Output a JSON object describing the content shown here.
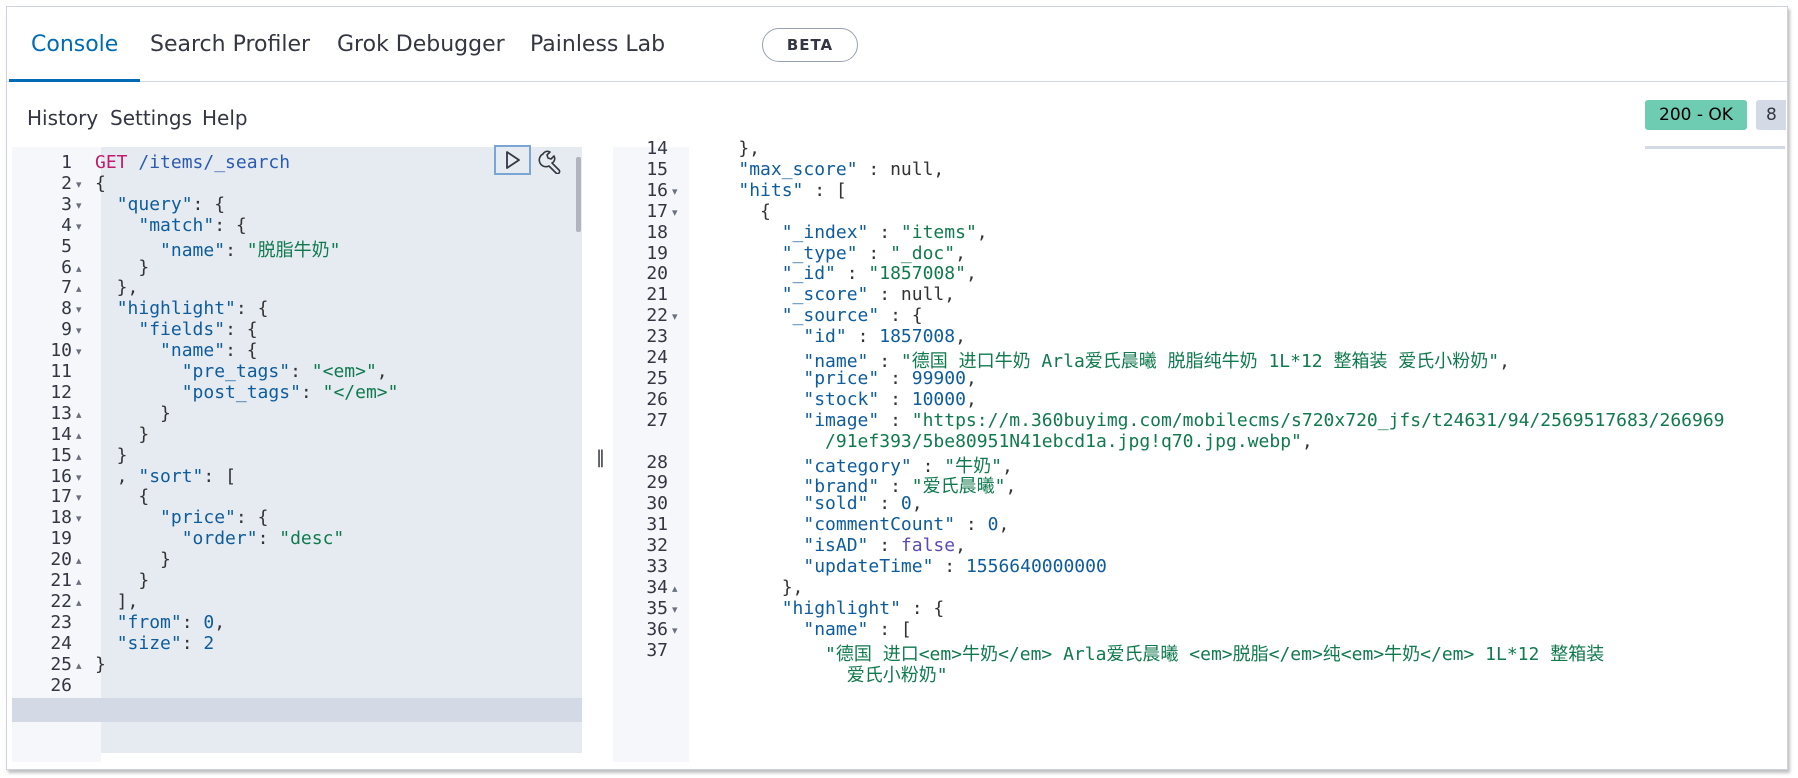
{
  "tabs": [
    {
      "label": "Console",
      "active": true
    },
    {
      "label": "Search Profiler"
    },
    {
      "label": "Grok Debugger"
    },
    {
      "label": "Painless Lab"
    }
  ],
  "beta_badge": "BETA",
  "menu": {
    "history": "History",
    "settings": "Settings",
    "help": "Help"
  },
  "status": {
    "code": "200 - OK",
    "time_partial": "8"
  },
  "request_lines": [
    {
      "n": "1",
      "fold": "",
      "tokens": [
        [
          "m",
          "GET"
        ],
        [
          "p",
          " "
        ],
        [
          "u",
          "/items/_search"
        ]
      ]
    },
    {
      "n": "2",
      "fold": "down",
      "tokens": [
        [
          "p",
          "{"
        ]
      ]
    },
    {
      "n": "3",
      "fold": "down",
      "tokens": [
        [
          "p",
          "  "
        ],
        [
          "k",
          "\"query\""
        ],
        [
          "p",
          ": {"
        ]
      ]
    },
    {
      "n": "4",
      "fold": "down",
      "tokens": [
        [
          "p",
          "    "
        ],
        [
          "k",
          "\"match\""
        ],
        [
          "p",
          ": {"
        ]
      ]
    },
    {
      "n": "5",
      "fold": "",
      "tokens": [
        [
          "p",
          "      "
        ],
        [
          "k",
          "\"name\""
        ],
        [
          "p",
          ": "
        ],
        [
          "s",
          "\"脱脂牛奶\""
        ]
      ]
    },
    {
      "n": "6",
      "fold": "up",
      "tokens": [
        [
          "p",
          "    }"
        ]
      ]
    },
    {
      "n": "7",
      "fold": "up",
      "tokens": [
        [
          "p",
          "  },"
        ]
      ]
    },
    {
      "n": "8",
      "fold": "down",
      "tokens": [
        [
          "p",
          "  "
        ],
        [
          "k",
          "\"highlight\""
        ],
        [
          "p",
          ": {"
        ]
      ]
    },
    {
      "n": "9",
      "fold": "down",
      "tokens": [
        [
          "p",
          "    "
        ],
        [
          "k",
          "\"fields\""
        ],
        [
          "p",
          ": {"
        ]
      ]
    },
    {
      "n": "10",
      "fold": "down",
      "tokens": [
        [
          "p",
          "      "
        ],
        [
          "k",
          "\"name\""
        ],
        [
          "p",
          ": {"
        ]
      ]
    },
    {
      "n": "11",
      "fold": "",
      "tokens": [
        [
          "p",
          "        "
        ],
        [
          "k",
          "\"pre_tags\""
        ],
        [
          "p",
          ": "
        ],
        [
          "s",
          "\"<em>\""
        ],
        [
          "p",
          ","
        ]
      ]
    },
    {
      "n": "12",
      "fold": "",
      "tokens": [
        [
          "p",
          "        "
        ],
        [
          "k",
          "\"post_tags\""
        ],
        [
          "p",
          ": "
        ],
        [
          "s",
          "\"</em>\""
        ]
      ]
    },
    {
      "n": "13",
      "fold": "up",
      "tokens": [
        [
          "p",
          "      }"
        ]
      ]
    },
    {
      "n": "14",
      "fold": "up",
      "tokens": [
        [
          "p",
          "    }"
        ]
      ]
    },
    {
      "n": "15",
      "fold": "up",
      "tokens": [
        [
          "p",
          "  }"
        ]
      ]
    },
    {
      "n": "16",
      "fold": "down",
      "tokens": [
        [
          "p",
          "  , "
        ],
        [
          "k",
          "\"sort\""
        ],
        [
          "p",
          ": ["
        ]
      ]
    },
    {
      "n": "17",
      "fold": "down",
      "tokens": [
        [
          "p",
          "    {"
        ]
      ]
    },
    {
      "n": "18",
      "fold": "down",
      "tokens": [
        [
          "p",
          "      "
        ],
        [
          "k",
          "\"price\""
        ],
        [
          "p",
          ": {"
        ]
      ]
    },
    {
      "n": "19",
      "fold": "",
      "tokens": [
        [
          "p",
          "        "
        ],
        [
          "k",
          "\"order\""
        ],
        [
          "p",
          ": "
        ],
        [
          "s",
          "\"desc\""
        ]
      ]
    },
    {
      "n": "20",
      "fold": "up",
      "tokens": [
        [
          "p",
          "      }"
        ]
      ]
    },
    {
      "n": "21",
      "fold": "up",
      "tokens": [
        [
          "p",
          "    }"
        ]
      ]
    },
    {
      "n": "22",
      "fold": "up",
      "tokens": [
        [
          "p",
          "  ],"
        ]
      ]
    },
    {
      "n": "23",
      "fold": "",
      "tokens": [
        [
          "p",
          "  "
        ],
        [
          "k",
          "\"from\""
        ],
        [
          "p",
          ": "
        ],
        [
          "n",
          "0"
        ],
        [
          "p",
          ","
        ]
      ]
    },
    {
      "n": "24",
      "fold": "",
      "tokens": [
        [
          "p",
          "  "
        ],
        [
          "k",
          "\"size\""
        ],
        [
          "p",
          ": "
        ],
        [
          "n",
          "2"
        ]
      ]
    },
    {
      "n": "25",
      "fold": "up",
      "tokens": [
        [
          "p",
          "}"
        ]
      ]
    },
    {
      "n": "26",
      "fold": "",
      "tokens": []
    }
  ],
  "response_lines": [
    {
      "n": "14",
      "fold": "",
      "tokens": [
        [
          "p",
          "    },"
        ]
      ]
    },
    {
      "n": "15",
      "fold": "",
      "tokens": [
        [
          "p",
          "    "
        ],
        [
          "k",
          "\"max_score\""
        ],
        [
          "p",
          " : null,"
        ]
      ]
    },
    {
      "n": "16",
      "fold": "down",
      "tokens": [
        [
          "p",
          "    "
        ],
        [
          "k",
          "\"hits\""
        ],
        [
          "p",
          " : ["
        ]
      ]
    },
    {
      "n": "17",
      "fold": "down",
      "tokens": [
        [
          "p",
          "      {"
        ]
      ]
    },
    {
      "n": "18",
      "fold": "",
      "tokens": [
        [
          "p",
          "        "
        ],
        [
          "k",
          "\"_index\""
        ],
        [
          "p",
          " : "
        ],
        [
          "s",
          "\"items\""
        ],
        [
          "p",
          ","
        ]
      ]
    },
    {
      "n": "19",
      "fold": "",
      "tokens": [
        [
          "p",
          "        "
        ],
        [
          "k",
          "\"_type\""
        ],
        [
          "p",
          " : "
        ],
        [
          "s",
          "\"_doc\""
        ],
        [
          "p",
          ","
        ]
      ]
    },
    {
      "n": "20",
      "fold": "",
      "tokens": [
        [
          "p",
          "        "
        ],
        [
          "k",
          "\"_id\""
        ],
        [
          "p",
          " : "
        ],
        [
          "s",
          "\"1857008\""
        ],
        [
          "p",
          ","
        ]
      ]
    },
    {
      "n": "21",
      "fold": "",
      "tokens": [
        [
          "p",
          "        "
        ],
        [
          "k",
          "\"_score\""
        ],
        [
          "p",
          " : null,"
        ]
      ]
    },
    {
      "n": "22",
      "fold": "down",
      "tokens": [
        [
          "p",
          "        "
        ],
        [
          "k",
          "\"_source\""
        ],
        [
          "p",
          " : {"
        ]
      ]
    },
    {
      "n": "23",
      "fold": "",
      "tokens": [
        [
          "p",
          "          "
        ],
        [
          "k",
          "\"id\""
        ],
        [
          "p",
          " : "
        ],
        [
          "n",
          "1857008"
        ],
        [
          "p",
          ","
        ]
      ]
    },
    {
      "n": "24",
      "fold": "",
      "tokens": [
        [
          "p",
          "          "
        ],
        [
          "k",
          "\"name\""
        ],
        [
          "p",
          " : "
        ],
        [
          "s",
          "\"德国 进口牛奶 Arla爱氏晨曦 脱脂纯牛奶 1L*12 整箱装 爱氏小粉奶\""
        ],
        [
          "p",
          ","
        ]
      ]
    },
    {
      "n": "25",
      "fold": "",
      "tokens": [
        [
          "p",
          "          "
        ],
        [
          "k",
          "\"price\""
        ],
        [
          "p",
          " : "
        ],
        [
          "n",
          "99900"
        ],
        [
          "p",
          ","
        ]
      ]
    },
    {
      "n": "26",
      "fold": "",
      "tokens": [
        [
          "p",
          "          "
        ],
        [
          "k",
          "\"stock\""
        ],
        [
          "p",
          " : "
        ],
        [
          "n",
          "10000"
        ],
        [
          "p",
          ","
        ]
      ]
    },
    {
      "n": "27",
      "fold": "",
      "tokens": [
        [
          "p",
          "          "
        ],
        [
          "k",
          "\"image\""
        ],
        [
          "p",
          " : "
        ],
        [
          "s",
          "\"https://m.360buyimg.com/mobilecms/s720x720_jfs/t24631/94/2569517683/266969"
        ]
      ]
    },
    {
      "n": "",
      "fold": "",
      "tokens": [
        [
          "p",
          "            "
        ],
        [
          "s",
          "/91ef393/5be80951N41ebcd1a.jpg!q70.jpg.webp\""
        ],
        [
          "p",
          ","
        ]
      ]
    },
    {
      "n": "28",
      "fold": "",
      "tokens": [
        [
          "p",
          "          "
        ],
        [
          "k",
          "\"category\""
        ],
        [
          "p",
          " : "
        ],
        [
          "s",
          "\"牛奶\""
        ],
        [
          "p",
          ","
        ]
      ]
    },
    {
      "n": "29",
      "fold": "",
      "tokens": [
        [
          "p",
          "          "
        ],
        [
          "k",
          "\"brand\""
        ],
        [
          "p",
          " : "
        ],
        [
          "s",
          "\"爱氏晨曦\""
        ],
        [
          "p",
          ","
        ]
      ]
    },
    {
      "n": "30",
      "fold": "",
      "tokens": [
        [
          "p",
          "          "
        ],
        [
          "k",
          "\"sold\""
        ],
        [
          "p",
          " : "
        ],
        [
          "n",
          "0"
        ],
        [
          "p",
          ","
        ]
      ]
    },
    {
      "n": "31",
      "fold": "",
      "tokens": [
        [
          "p",
          "          "
        ],
        [
          "k",
          "\"commentCount\""
        ],
        [
          "p",
          " : "
        ],
        [
          "n",
          "0"
        ],
        [
          "p",
          ","
        ]
      ]
    },
    {
      "n": "32",
      "fold": "",
      "tokens": [
        [
          "p",
          "          "
        ],
        [
          "k",
          "\"isAD\""
        ],
        [
          "p",
          " : "
        ],
        [
          "b",
          "false"
        ],
        [
          "p",
          ","
        ]
      ]
    },
    {
      "n": "33",
      "fold": "",
      "tokens": [
        [
          "p",
          "          "
        ],
        [
          "k",
          "\"updateTime\""
        ],
        [
          "p",
          " : "
        ],
        [
          "n",
          "1556640000000"
        ]
      ]
    },
    {
      "n": "34",
      "fold": "up",
      "tokens": [
        [
          "p",
          "        },"
        ]
      ]
    },
    {
      "n": "35",
      "fold": "down",
      "tokens": [
        [
          "p",
          "        "
        ],
        [
          "k",
          "\"highlight\""
        ],
        [
          "p",
          " : {"
        ]
      ]
    },
    {
      "n": "36",
      "fold": "down",
      "tokens": [
        [
          "p",
          "          "
        ],
        [
          "k",
          "\"name\""
        ],
        [
          "p",
          " : ["
        ]
      ]
    },
    {
      "n": "37",
      "fold": "",
      "tokens": [
        [
          "p",
          "            "
        ],
        [
          "s",
          "\"德国 进口<em>牛奶</em> Arla爱氏晨曦 <em>脱脂</em>纯<em>牛奶</em> 1L*12 整箱装"
        ]
      ]
    },
    {
      "n": "",
      "fold": "",
      "tokens": [
        [
          "p",
          "              "
        ],
        [
          "s",
          "爱氏小粉奶\""
        ]
      ]
    }
  ],
  "colors": {
    "accent": "#006bb4",
    "status_ok": "#6dccb1",
    "editor_bg": "#e6ebf2"
  },
  "icons": {
    "run": "play-icon",
    "settings": "wrench-icon",
    "splitter": "resize-handle-icon"
  }
}
